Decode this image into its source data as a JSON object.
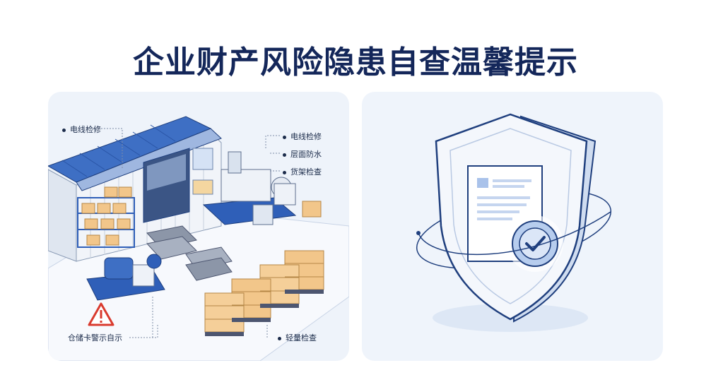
{
  "title": "企业财产风险隐患自查温馨提示",
  "left_panel": {
    "labels": {
      "top_left": "电线检修",
      "right_1": "电线检修",
      "right_2": "层面防水",
      "right_3": "货架检查",
      "bottom_left": "仓储卡警示自示",
      "bottom_right": "轻量检查"
    }
  },
  "icons": {
    "warning": "warning-triangle-icon",
    "shield": "shield-icon",
    "check": "check-icon",
    "document": "document-icon"
  },
  "colors": {
    "title": "#14275a",
    "accent_blue": "#2f5fb8",
    "warning_red": "#d93a2e",
    "box_orange": "#f2c68a"
  }
}
